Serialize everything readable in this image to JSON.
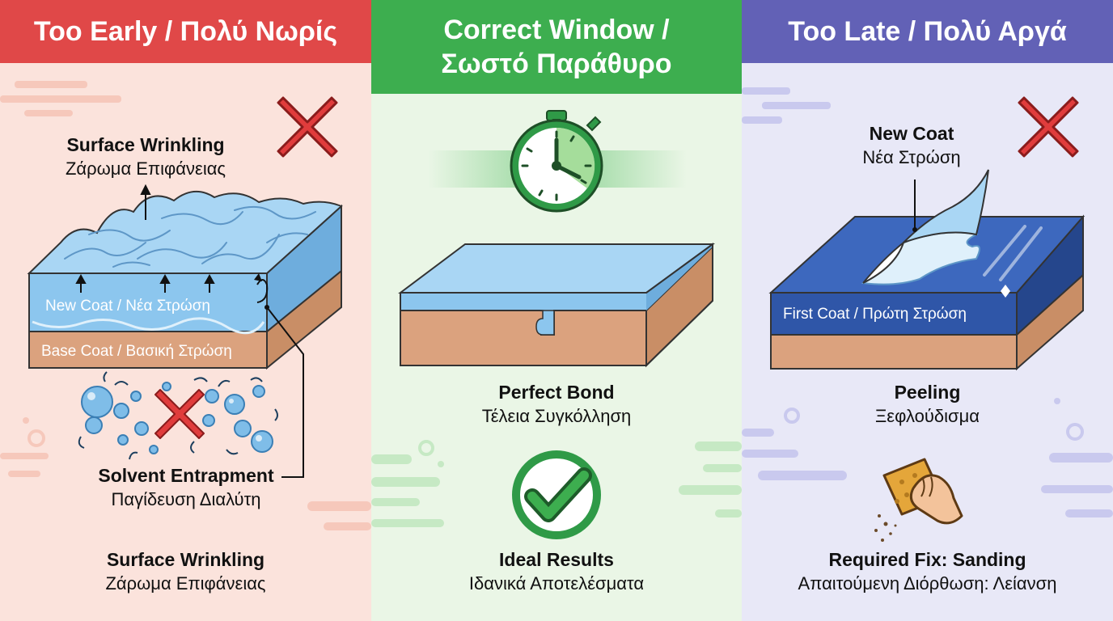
{
  "columns": [
    {
      "header": "Too Early / Πολύ Νωρίς",
      "color": "#e04848",
      "wrinkle_label": {
        "en": "Surface Wrinkling",
        "el": "Ζάρωμα Επιφάνειας"
      },
      "new_coat_label": "New Coat / Νέα Στρώση",
      "base_coat_label": "Base Coat / Βασική Στρώση",
      "entrapment_label": {
        "en": "Solvent Entrapment",
        "el": "Παγίδευση Διαλύτη"
      },
      "result": {
        "en": "Surface Wrinkling",
        "el": "Ζάρωμα Επιφάνειας"
      },
      "status_icon": "red-x-icon"
    },
    {
      "header_line1": "Correct Window /",
      "header_line2": "Σωστό Παράθυρο",
      "color": "#3dae4f",
      "bond_label": {
        "en": "Perfect Bond",
        "el": "Τέλεια Συγκόλληση"
      },
      "result": {
        "en": "Ideal Results",
        "el": "Ιδανικά Αποτελέσματα"
      },
      "status_icon": "green-check-icon"
    },
    {
      "header": "Too Late / Πολύ Αργά",
      "color": "#6261b6",
      "new_coat_label": {
        "en": "New Coat",
        "el": "Νέα Στρώση"
      },
      "first_coat_label": "First Coat / Πρώτη Στρώση",
      "peel_label": {
        "en": "Peeling",
        "el": "Ξεφλούδισμα"
      },
      "result": {
        "en": "Required Fix: Sanding",
        "el": "Απαιτούμενη Διόρθωση: Λείανση"
      },
      "status_icon": "red-x-icon"
    }
  ]
}
